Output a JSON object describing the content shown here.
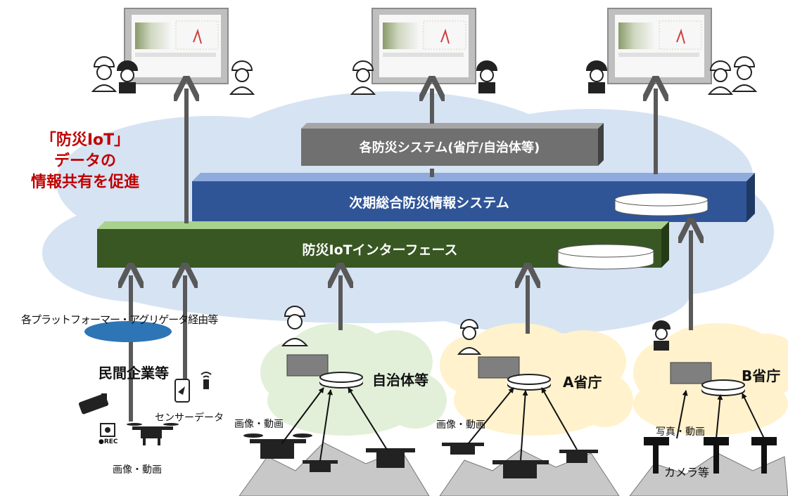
{
  "colors": {
    "cloud_main": "#d6e3f3",
    "cloud_green": "#e2f0d9",
    "cloud_yellow": "#fff2cc",
    "bar_grey": "#707070",
    "bar_blue": "#2f5597",
    "bar_green": "#385723",
    "arrow": "#595959",
    "headline": "#c00000",
    "ellipse_blue": "#2e75b6"
  },
  "headline": {
    "line1": "「防災IoT」",
    "line2": "データの",
    "line3": "情報共有を促進"
  },
  "bars": {
    "systems": "各防災システム(省庁/自治体等)",
    "next_gen": "次期総合防災情報システム",
    "iot_interface": "防災IoTインターフェース"
  },
  "sources": {
    "platform_label": "各プラットフォーマー・アグリゲータ経由等",
    "private": {
      "title": "民間企業等",
      "sensor": "センサーデータ",
      "media": "画像・動画",
      "rec": "●REC"
    },
    "municipality": {
      "title": "自治体等",
      "media": "画像・動画"
    },
    "ministry_a": {
      "title": "A省庁",
      "media": "画像・動画"
    },
    "ministry_b": {
      "title": "B省庁",
      "media": "写真・動画",
      "camera": "カメラ等"
    }
  },
  "icons": [
    "monitor-icon",
    "person-icon",
    "helmet-worker-icon",
    "firefighter-icon",
    "drone-icon",
    "security-camera-icon",
    "recorder-icon",
    "smartphone-icon",
    "wireless-sensor-icon",
    "server-box-icon",
    "database-disk-icon",
    "pole-camera-icon",
    "mountain-terrain-icon"
  ]
}
